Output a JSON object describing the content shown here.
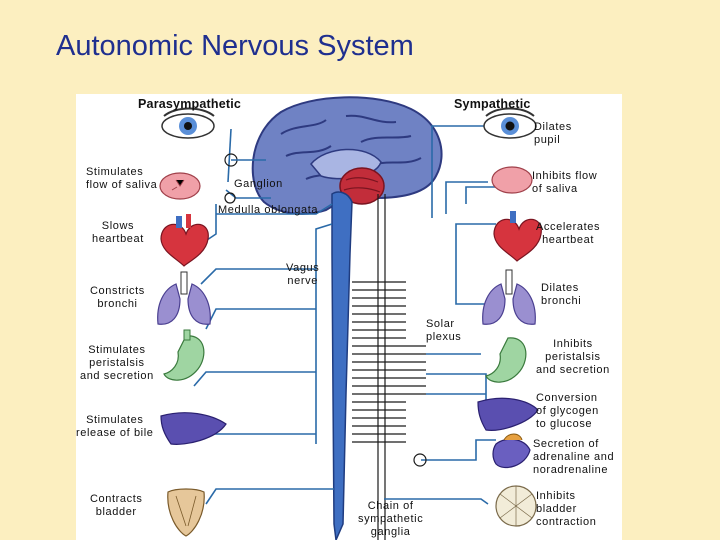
{
  "title": "Autonomic Nervous System",
  "diagram": {
    "headings": {
      "parasympathetic": "Parasympathetic",
      "sympathetic": "Sympathetic"
    },
    "parasympathetic_labels": {
      "saliva": [
        "Stimulates",
        "flow of saliva"
      ],
      "heart": [
        "Slows",
        "heartbeat"
      ],
      "bronchi": [
        "Constricts",
        "bronchi"
      ],
      "stomach": [
        "Stimulates",
        "peristalsis",
        "and secretion"
      ],
      "liver": [
        "Stimulates",
        "release of bile"
      ],
      "bladder": [
        "Contracts",
        "bladder"
      ]
    },
    "sympathetic_labels": {
      "pupil": [
        "Dilates",
        "pupil"
      ],
      "saliva": [
        "Inhibits flow",
        "of saliva"
      ],
      "heart": [
        "Accelerates",
        "heartbeat"
      ],
      "bronchi": [
        "Dilates",
        "bronchi"
      ],
      "stomach": [
        "Inhibits",
        "peristalsis",
        "and secretion"
      ],
      "liver": [
        "Conversion",
        "of glycogen",
        "to glucose"
      ],
      "adrenal": [
        "Secretion of",
        "adrenaline and",
        "noradrenaline"
      ],
      "bladder": [
        "Inhibits",
        "bladder",
        "contraction"
      ]
    },
    "center_labels": {
      "ganglion": "Ganglion",
      "medulla": "Medulla oblongata",
      "vagus": [
        "Vagus",
        "nerve"
      ],
      "solar": [
        "Solar",
        "plexus"
      ],
      "chain": [
        "Chain of",
        "sympathetic",
        "ganglia"
      ]
    },
    "colors": {
      "background": "#fcefc0",
      "title": "#1f2f8f",
      "nerve_lines": "#2a6aa8",
      "spinal_cord": "#3f6fc2",
      "brain": "#6f82c4",
      "cerebellum": "#c22d3a",
      "heart": "#d6343e",
      "lungs": "#9a8fd0",
      "stomach": "#9fd5a2",
      "liver": "#5a4fb0",
      "bladder": "#e6c79a"
    },
    "icons": [
      "eye-icon",
      "salivary-gland-icon",
      "heart-icon",
      "lungs-icon",
      "stomach-icon",
      "liver-icon",
      "adrenal-gland-icon",
      "bladder-icon"
    ]
  }
}
